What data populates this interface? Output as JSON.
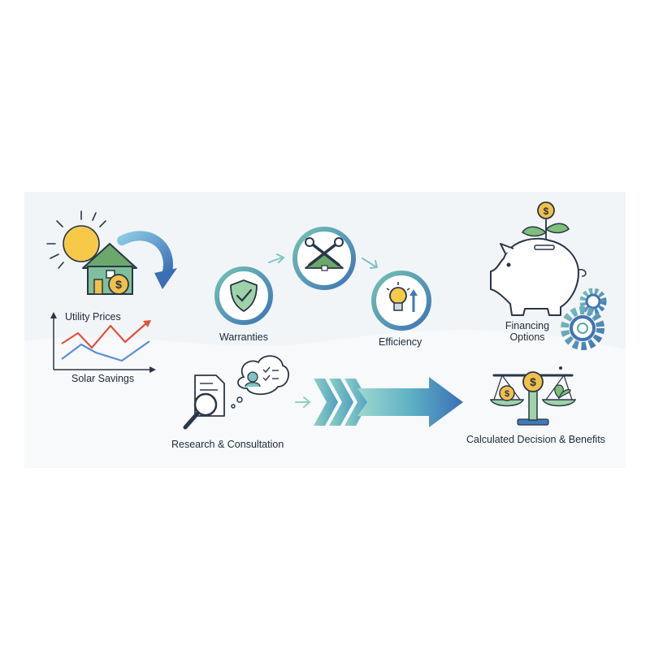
{
  "labels": {
    "utility_prices": "Utility Prices",
    "solar_savings": "Solar Savings",
    "warranties": "Warranties",
    "efficiency": "Efficiency",
    "financing_line1": "Financing",
    "financing_line2": "Options",
    "research": "Research & Consultation",
    "decision": "Calculated Decision & Benefits"
  },
  "icons": {
    "sun": "sun-icon",
    "house": "house-dollar-icon",
    "cycle": "cycle-arrow-icon",
    "shield": "shield-check-icon",
    "tools": "tools-house-icon",
    "bulb": "lightbulb-icon",
    "piggy": "piggy-bank-icon",
    "gears": "gears-icon",
    "document": "document-magnifier-icon",
    "consult": "consultation-bubble-icon",
    "progress": "progress-arrow-icon",
    "scale": "balance-scale-icon"
  },
  "colors": {
    "teal": "#5aa8a0",
    "blue": "#3f79b8",
    "green": "#6aa86b",
    "gold": "#f1c04a",
    "red": "#e0513f",
    "line_blue": "#5b8fd3",
    "panel": "#f1f5f8"
  }
}
